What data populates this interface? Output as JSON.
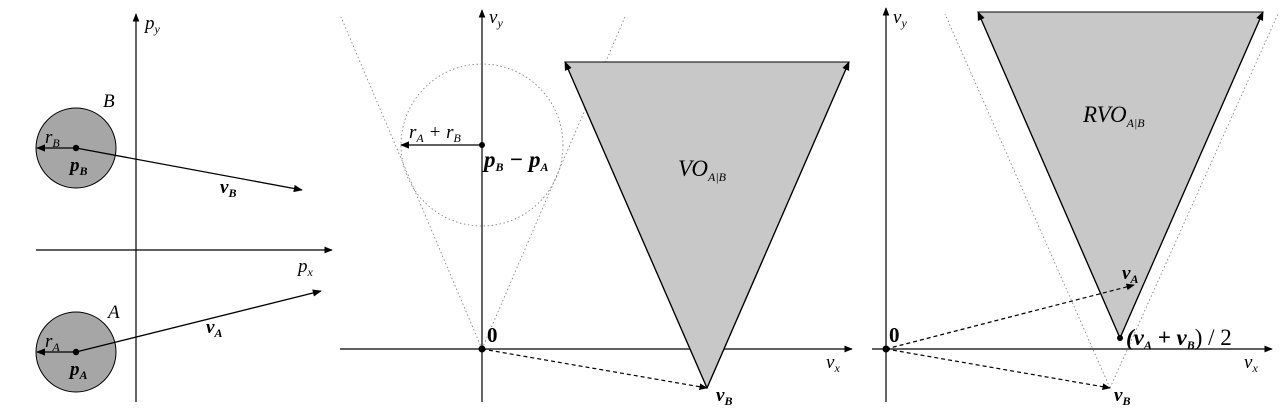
{
  "panel1": {
    "axis_y": "p",
    "axis_y_sub": "y",
    "axis_x": "p",
    "axis_x_sub": "x",
    "agent_b": {
      "label": "B",
      "radius_label": "r",
      "radius_sub": "B",
      "pos_label": "p",
      "pos_sub": "B",
      "vel_label": "v",
      "vel_sub": "B"
    },
    "agent_a": {
      "label": "A",
      "radius_label": "r",
      "radius_sub": "A",
      "pos_label": "p",
      "pos_sub": "A",
      "vel_label": "v",
      "vel_sub": "A"
    }
  },
  "panel2": {
    "axis_y": "v",
    "axis_y_sub": "y",
    "axis_x": "v",
    "axis_x_sub": "x",
    "origin": "0",
    "radius_sum": {
      "r1": "r",
      "s1": "A",
      "plus": " + ",
      "r2": "r",
      "s2": "B"
    },
    "relpos": {
      "p1": "p",
      "s1": "B",
      "minus": " − ",
      "p2": "p",
      "s2": "A"
    },
    "region": {
      "main": "VO",
      "sub": "A|B"
    },
    "vel_label": "v",
    "vel_sub": "B"
  },
  "panel3": {
    "axis_y": "v",
    "axis_y_sub": "y",
    "axis_x": "v",
    "axis_x_sub": "x",
    "origin": "0",
    "region": {
      "main": "RVO",
      "sub": "A|B"
    },
    "va_label": "v",
    "va_sub": "A",
    "vb_label": "v",
    "vb_sub": "B",
    "avg": {
      "open": "(",
      "v1": "v",
      "s1": "A",
      "plus": " + ",
      "v2": "v",
      "s2": "B",
      "close": ") / 2"
    }
  }
}
